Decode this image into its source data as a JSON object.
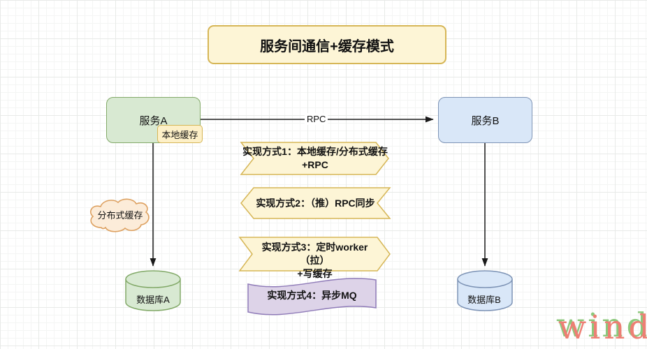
{
  "diagram": {
    "title": "服务间通信+缓存模式",
    "service_a": "服务A",
    "local_cache": "本地缓存",
    "service_b": "服务B",
    "rpc_edge_label": "RPC",
    "distributed_cache": "分布式缓存",
    "database_a": "数据库A",
    "database_b": "数据库B",
    "banner1_line1": "实现方式1：本地缓存/分布式缓存",
    "banner1_line2": "+RPC",
    "banner2": "实现方式2：（推）RPC同步",
    "banner3_line1": "实现方式3：定时worker （拉）",
    "banner3_line2": "+写缓存",
    "banner4": "实现方式4：异步MQ",
    "watermark": "wind"
  },
  "colors": {
    "yellow_fill": "#fdf5d6",
    "yellow_border": "#d6b656",
    "green_fill": "#d8e9d2",
    "green_border": "#82a968",
    "blue_fill": "#d9e7f8",
    "blue_border": "#7d93b5",
    "orange_fill": "#fcecd9",
    "orange_border": "#dda05f",
    "purple_fill": "#ddd3e8",
    "purple_border": "#8f7bb8",
    "arrow": "#1a1a1a",
    "watermark_red": "#ed7f74",
    "watermark_green": "#8cc87c"
  }
}
